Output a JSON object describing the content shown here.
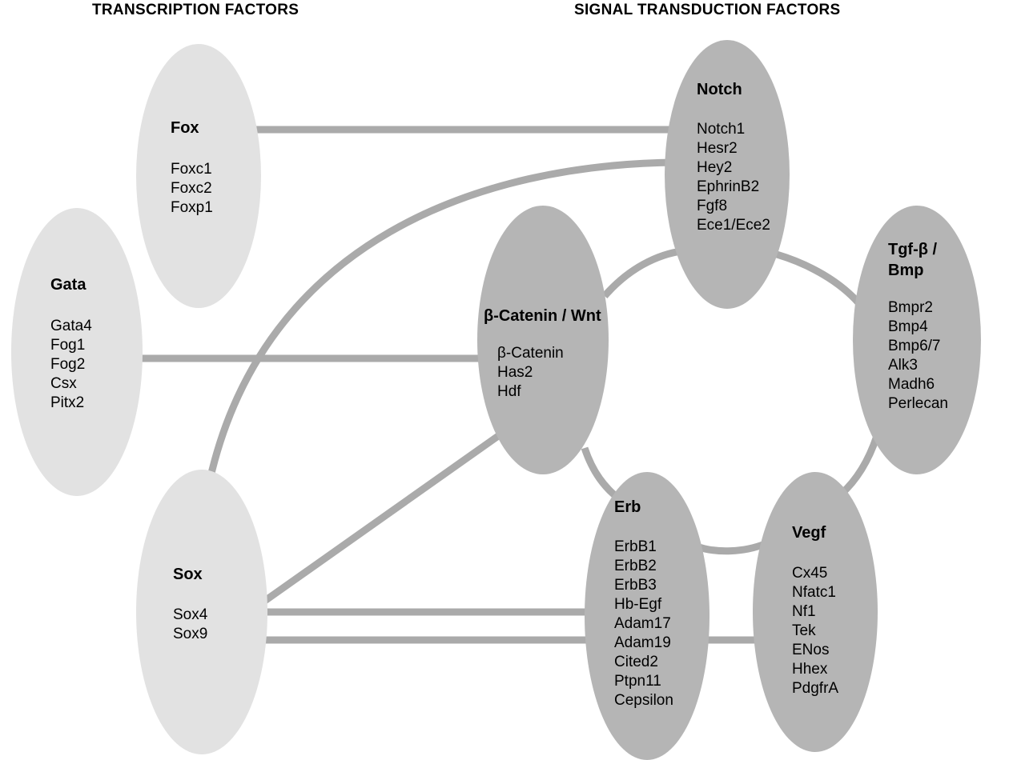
{
  "headings": {
    "left": "TRANSCRIPTION FACTORS",
    "right": "SIGNAL TRANSDUCTION FACTORS"
  },
  "nodes": {
    "fox": {
      "title": "Fox",
      "members": [
        "Foxc1",
        "Foxc2",
        "Foxp1"
      ]
    },
    "gata": {
      "title": "Gata",
      "members": [
        "Gata4",
        "Fog1",
        "Fog2",
        "Csx",
        "Pitx2"
      ]
    },
    "sox": {
      "title": "Sox",
      "members": [
        "Sox4",
        "Sox9"
      ]
    },
    "notch": {
      "title": "Notch",
      "members": [
        "Notch1",
        "Hesr2",
        "Hey2",
        "EphrinB2",
        "Fgf8",
        "Ece1/Ece2"
      ]
    },
    "wnt": {
      "title": "β-Catenin / Wnt",
      "members": [
        "β-Catenin",
        "Has2",
        "Hdf"
      ]
    },
    "tgf": {
      "title_line1": "Tgf-β /",
      "title_line2": "Bmp",
      "members": [
        "Bmpr2",
        "Bmp4",
        "Bmp6/7",
        "Alk3",
        "Madh6",
        "Perlecan"
      ]
    },
    "erb": {
      "title": "Erb",
      "members": [
        "ErbB1",
        "ErbB2",
        "ErbB3",
        "Hb-Egf",
        "Adam17",
        "Adam19",
        "Cited2",
        "Ptpn11",
        "Cepsilon"
      ]
    },
    "vegf": {
      "title": "Vegf",
      "members": [
        "Cx45",
        "Nfatc1",
        "Nf1",
        "Tek",
        "ENos",
        "Hhex",
        "PdgfrA"
      ]
    }
  },
  "colors": {
    "transcription_node": "#e2e2e2",
    "signal_node": "#b5b5b5",
    "connector": "#aaaaaa"
  }
}
